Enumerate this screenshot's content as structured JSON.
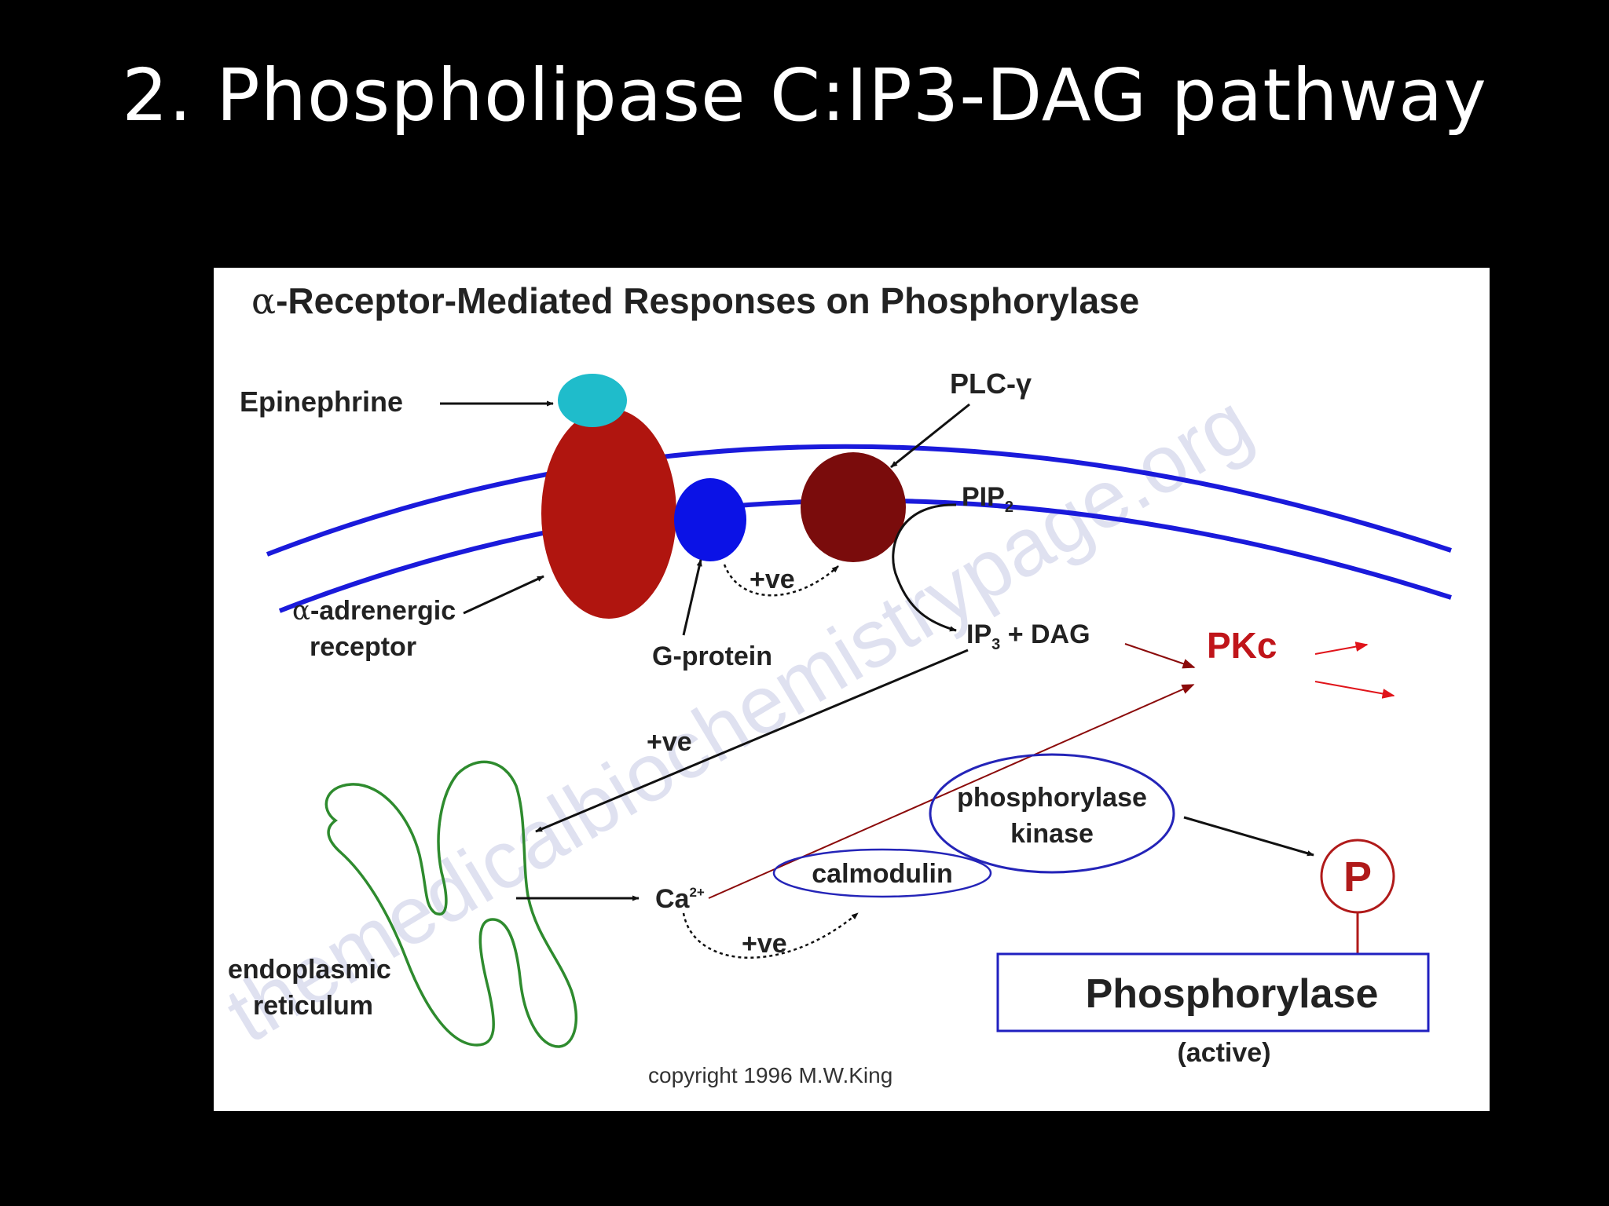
{
  "slide": {
    "title": "2. Phospholipase C:IP3-DAG pathway"
  },
  "diagram": {
    "heading_symbol": "α",
    "heading_text": "-Receptor-Mediated Responses on Phosphorylase",
    "watermark": "themedicalbiochemistrypage.org",
    "labels": {
      "epinephrine": "Epinephrine",
      "plc": "PLC-γ",
      "pip_base": "PIP",
      "pip_sub": "2",
      "alpha_symbol": "α",
      "alpha_receptor_line1": "-adrenergic",
      "alpha_receptor_line2": "receptor",
      "gprotein": "G-protein",
      "positive_top": "+ve",
      "ip3_base": "IP",
      "ip3_sub": "3",
      "ip3_rest": " + DAG",
      "pkc": "PKc",
      "positive_mid": "+ve",
      "phosphorylase_kinase_line1": "phosphorylase",
      "phosphorylase_kinase_line2": "kinase",
      "calmodulin": "calmodulin",
      "ca_base": "Ca",
      "ca_sup": "2+",
      "positive_bottom": "+ve",
      "phospho_p": "P",
      "er_line1": "endoplasmic",
      "er_line2": "reticulum",
      "phosphorylase": "Phosphorylase",
      "active": "(active)",
      "copyright": "copyright 1996 M.W.King"
    },
    "colors": {
      "membrane": "#1a1adb",
      "receptor": "#b0150f",
      "epinephrine": "#1fbccb",
      "g_protein": "#0b12e6",
      "plc": "#7a0c0c",
      "er": "#2e8b2e",
      "pkc": "#c0151a",
      "pkc_arrow": "#8b0a0a",
      "ellipse_outline": "#2424b8",
      "phosphorylase_box": "#2020c0",
      "watermark": "#c9cde6"
    }
  }
}
